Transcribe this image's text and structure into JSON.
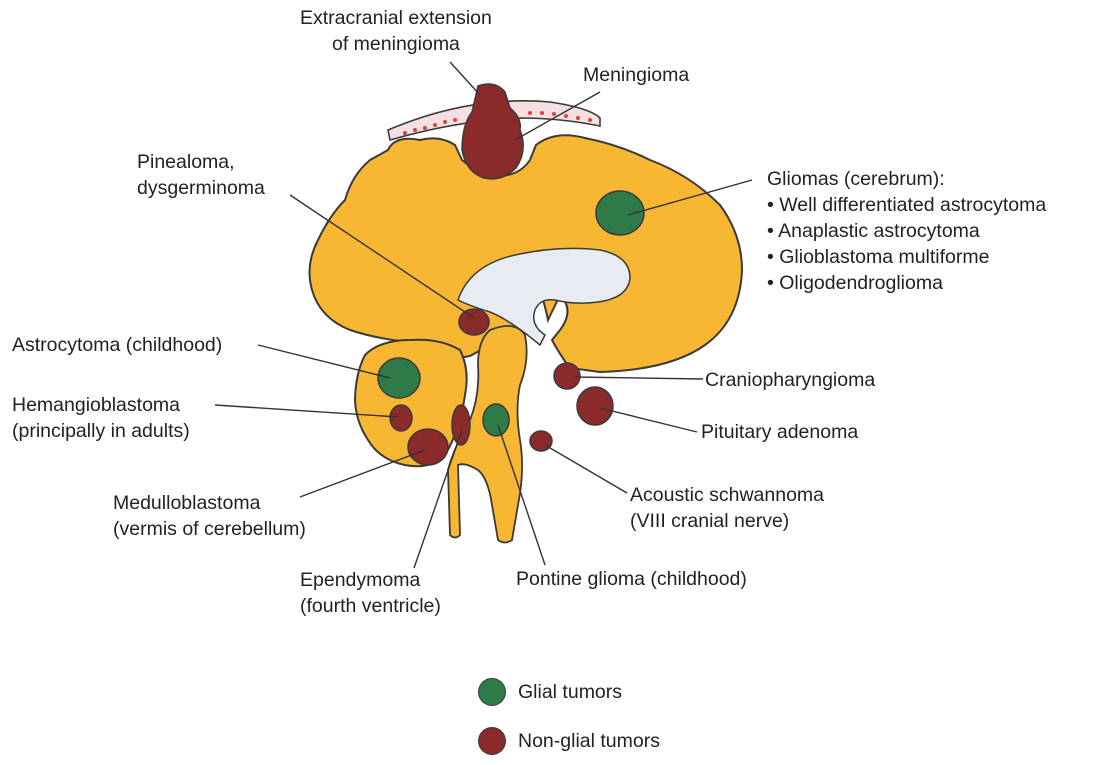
{
  "colors": {
    "brain": "#f7b733",
    "brain_outline": "#3a3a3a",
    "ventricle": "#e6ecf2",
    "skin": "#f6dfe0",
    "skin_dots": "#d9433b",
    "glial": "#2e7b47",
    "nonglial": "#8a2a2a"
  },
  "labels": {
    "extracranial": [
      "Extracranial extension",
      "of meningioma"
    ],
    "meningioma": [
      "Meningioma"
    ],
    "pinealoma": [
      "Pinealoma,",
      "dysgerminoma"
    ],
    "gliomas": [
      "Gliomas (cerebrum):",
      "• Well differentiated astrocytoma",
      "• Anaplastic astrocytoma",
      "• Glioblastoma multiforme",
      "• Oligodendroglioma"
    ],
    "astrocytoma": [
      "Astrocytoma (childhood)"
    ],
    "hemangioblastoma": [
      "Hemangioblastoma",
      "(principally in adults)"
    ],
    "craniopharyngioma": [
      "Craniopharyngioma"
    ],
    "pituitary": [
      "Pituitary adenoma"
    ],
    "acoustic": [
      "Acoustic schwannoma",
      "(VIII cranial nerve)"
    ],
    "medulloblastoma": [
      "Medulloblastoma",
      "(vermis of cerebellum)"
    ],
    "ependymoma": [
      "Ependymoma",
      "(fourth ventricle)"
    ],
    "pontine": [
      "Pontine glioma (childhood)"
    ]
  },
  "legend": [
    {
      "label": "Glial tumors",
      "type": "glial"
    },
    {
      "label": "Non-glial tumors",
      "type": "nonglial"
    }
  ]
}
